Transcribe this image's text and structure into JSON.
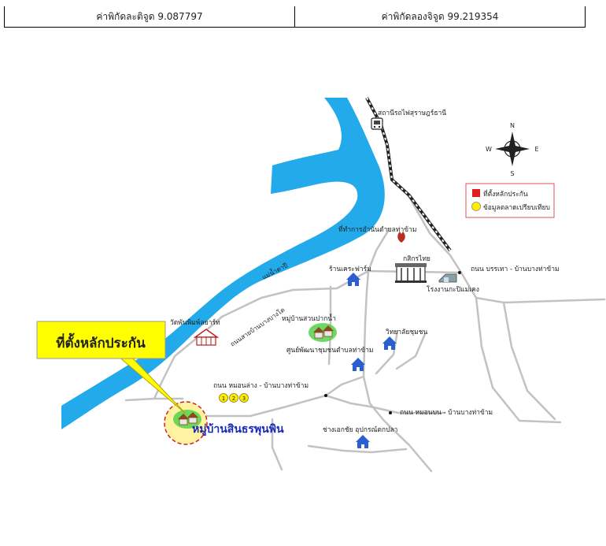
{
  "header": {
    "latitude_label": "ค่าพิกัดละติจูด 9.087797",
    "longitude_label": "ค่าพิกัดลองจิจูด 99.219354"
  },
  "map": {
    "compass": {
      "n": "N",
      "s": "S",
      "e": "E",
      "w": "W"
    },
    "legend": {
      "subject_label": "ที่ตั้งหลักประกัน",
      "subject_color": "#e31c1c",
      "comparable_label": "ข้อมูลตลาดเปรียบเทียบ",
      "comparable_color": "#ffee00"
    },
    "callout_label": "ที่ตั้งหลักประกัน",
    "callout_color": "#ffff00",
    "subject_name": "หมู่บ้านสินธรพุนพิน",
    "comparable_numbers": [
      "1",
      "2",
      "3"
    ],
    "river_color": "#22aaea",
    "labels": {
      "train_station": "สถานีรถไฟสุราษฎร์ธานี",
      "district_office": "ที่ทำการอำนันตำบลท่าข้าม",
      "river": "แม่น้ำตาปี",
      "shop": "ร้านเคระฟาร์ม",
      "kasikorn": "กสิกรไทย",
      "factory": "โรงงานกะปิแม่เคง",
      "road_bantha": "ถนน บรรเทา - บ้านบางท่าข้าม",
      "road_lower": "ถนน หมอนล่าง - บ้านบางท่าข้าม",
      "road_upper": "ถนน หมอนบน - บ้านบางท่าข้าม",
      "road_diagonal": "ถนนสายบ้านบางบางโด",
      "temple": "วัดพันพิมพ์ลยาร์ท",
      "village_garden": "หมู่บ้านสวนปากน้ำ",
      "community_center": "ศูนย์พัฒนาชุมชนตำบลท่าข้าม",
      "school": "วิทยาลัยชุมชน",
      "fishing_shop": "ช่างเอกชัย อุปกรณ์ตกปลา"
    }
  }
}
